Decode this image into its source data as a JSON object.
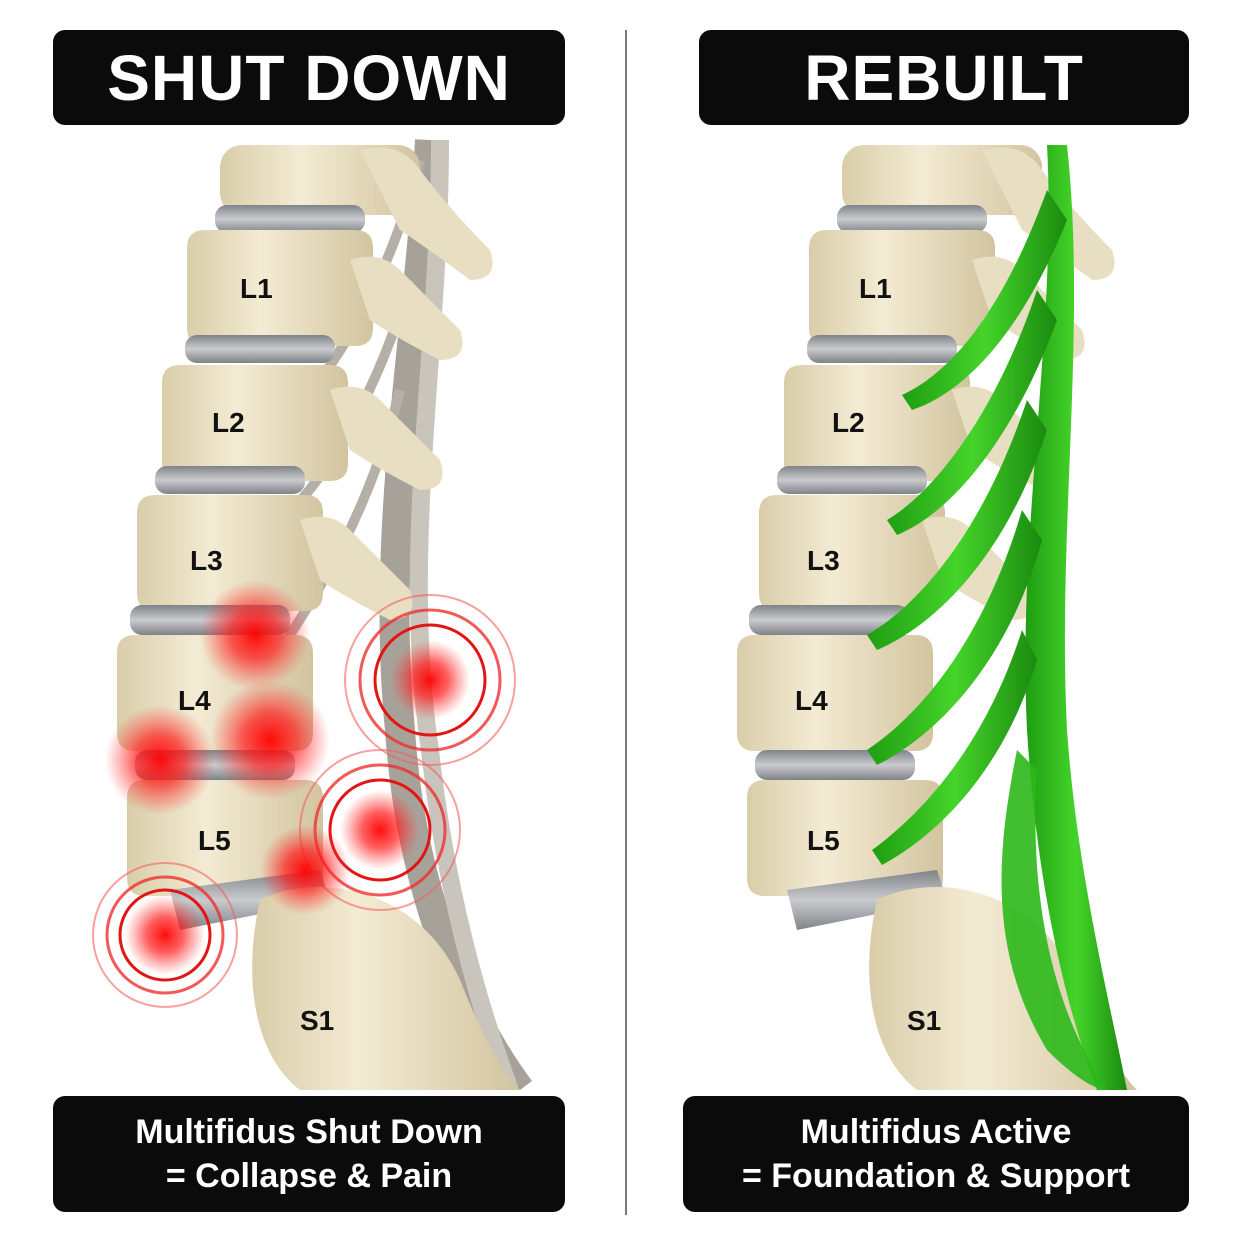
{
  "panels": [
    {
      "title": "SHUT DOWN",
      "caption_line1": "Multifidus Shut Down",
      "caption_line2": "= Collapse & Pain",
      "muscle_state": "inactive",
      "muscle_color": "#8a8478",
      "pain_color": "#ff1a1a",
      "vertebrae": [
        "L1",
        "L2",
        "L3",
        "L4",
        "L5",
        "S1"
      ]
    },
    {
      "title": "REBUILT",
      "caption_line1": "Multifidus Active",
      "caption_line2": "= Foundation & Support",
      "muscle_state": "active",
      "muscle_color": "#2fbf1a",
      "vertebrae": [
        "L1",
        "L2",
        "L3",
        "L4",
        "L5",
        "S1"
      ]
    }
  ],
  "colors": {
    "bone": "#efe6cc",
    "bone_shadow": "#c9bb94",
    "disc": "#a9acb0",
    "bar": "#0b0b0b"
  }
}
